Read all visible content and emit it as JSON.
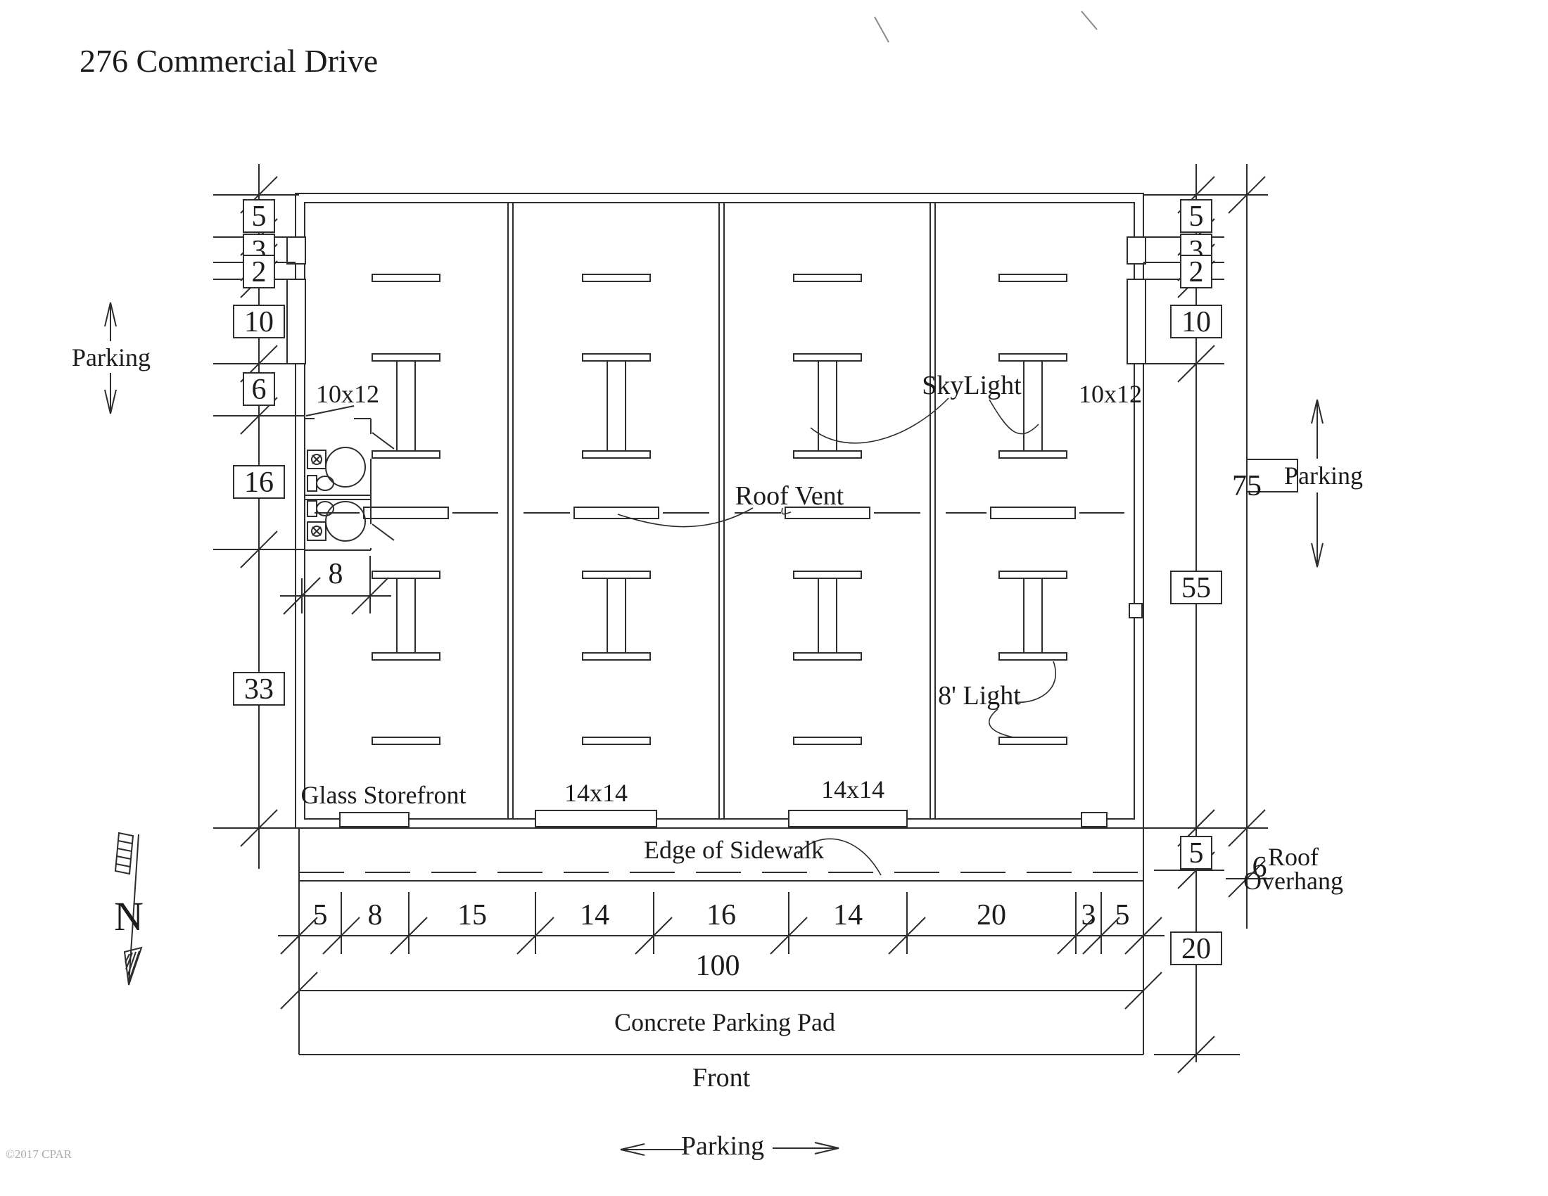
{
  "title": "276 Commercial Drive",
  "copyright": "©2017 CPAR",
  "compass": {
    "north": "N"
  },
  "plan": {
    "bay1_size": "10x12",
    "bay4_size": "10x12",
    "bay2_size": "14x14",
    "bay3_size": "14x14",
    "storefront": "Glass Storefront",
    "skylight": "SkyLight",
    "roof_vent": "Roof Vent",
    "light": "8' Light"
  },
  "site": {
    "edge_of_sidewalk": "Edge of Sidewalk",
    "concrete_parking_pad": "Concrete Parking Pad",
    "front": "Front",
    "parking_left": "Parking",
    "parking_right": "Parking",
    "parking_bottom": "Parking",
    "roof": "Roof",
    "overhang": "Overhang"
  },
  "dimensions": {
    "left": [
      "5",
      "3",
      "2",
      "10",
      "6",
      "16",
      "33"
    ],
    "restroom_width": "8",
    "right": [
      "5",
      "3",
      "2",
      "10",
      "55"
    ],
    "right_total": "75",
    "bottom": [
      "5",
      "8",
      "15",
      "14",
      "16",
      "14",
      "20",
      "3",
      "5"
    ],
    "bottom_total": "100",
    "sidewalk_depth": "5",
    "roof_overhang": "6",
    "parking_pad_depth": "20"
  }
}
